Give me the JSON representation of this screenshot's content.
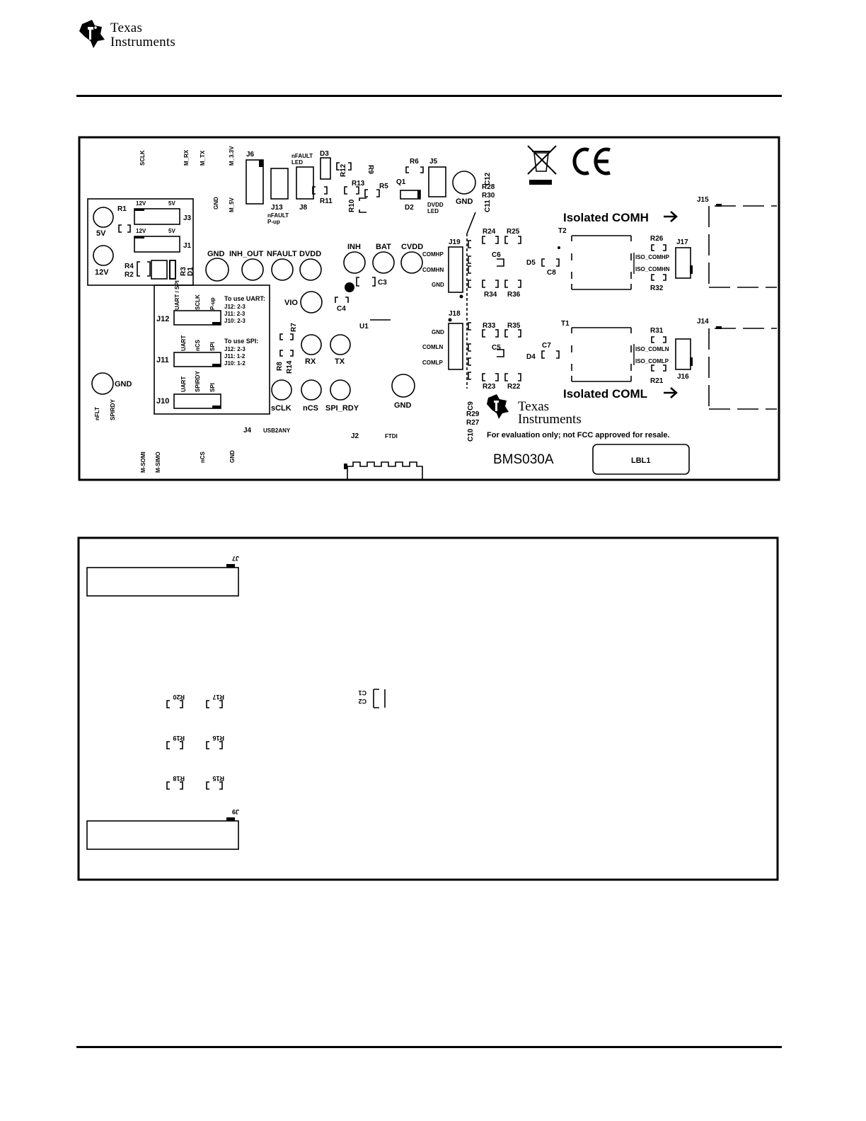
{
  "header": {
    "company_line1": "Texas",
    "company_line2": "Instruments"
  },
  "top_layer": {
    "board_id": "BMS030A",
    "label_box": "LBL1",
    "disclaimer": "For evaluation only; not FCC approved for resale.",
    "isolated_high": "Isolated COMH",
    "isolated_low": "Isolated COML",
    "logo_line1": "Texas",
    "logo_line2": "Instruments",
    "header_pins": [
      "SCLK",
      "M_RX",
      "M_TX",
      "M_3.3V",
      "GND",
      "M_5V"
    ],
    "bottom_pins": [
      "M-SOMI",
      "M-SIMO",
      "nCS",
      "GND"
    ],
    "side_pins": [
      "nFLT",
      "SPIRDY"
    ],
    "jumpers": {
      "j3": "J3",
      "j1": "J1",
      "j12": "J12",
      "j11": "J11",
      "j10": "J10",
      "j6": "J6",
      "j13": "J13",
      "j8": "J8",
      "j5": "J5",
      "j19": "J19",
      "j18": "J18",
      "j15": "J15",
      "j14": "J14",
      "j17": "J17",
      "j16": "J16",
      "j4": "J4",
      "j2": "J2"
    },
    "j4_label": "USB2ANY",
    "j2_label": "FTDI",
    "nfault_led": "nFAULT\nLED",
    "nfault_pup": "nFAULT\nP-up",
    "dvdd_led": "DVDD\nLED",
    "voltage_opts": [
      "12V",
      "5V",
      "12V",
      "5V"
    ],
    "uart_note": [
      "To use UART:",
      "J12: 2-3",
      "J11: 2-3",
      "J10: 2-3"
    ],
    "spi_note": [
      "To use SPI:",
      "J12: 2-3",
      "J11: 1-2",
      "J10: 1-2"
    ],
    "test_points": {
      "tp_5v": "5V",
      "tp_12v": "12V",
      "gnd_left": "GND",
      "gnd_a": "GND",
      "inh_out": "INH_OUT",
      "nfault": "NFAULT",
      "dvdd": "DVDD",
      "inh": "INH",
      "bat": "BAT",
      "cvdd": "CVDD",
      "vio": "VIO",
      "rx": "RX",
      "tx": "TX",
      "sclk": "sCLK",
      "ncs": "nCS",
      "spi_rdy": "SPI_RDY",
      "gnd_mid": "GND",
      "gnd_top": "GND"
    },
    "com_labels": [
      "COMHP",
      "COMHN",
      "GND",
      "GND",
      "COMLN",
      "COMLP"
    ],
    "iso_labels": [
      "ISO_COMHP",
      "ISO_COMHN",
      "ISO_COMLN",
      "ISO_COMLP"
    ],
    "refdes": [
      "R1",
      "R4",
      "R2",
      "R3",
      "D1",
      "D3",
      "R12",
      "R9",
      "R6",
      "R13",
      "R5",
      "Q1",
      "R11",
      "R10",
      "D2",
      "C12",
      "R28",
      "R30",
      "C11",
      "C3",
      "C4",
      "U1",
      "R7",
      "R8",
      "R14",
      "R24",
      "R25",
      "C6",
      "D5",
      "C8",
      "T2",
      "R26",
      "R32",
      "R34",
      "R36",
      "R33",
      "R35",
      "C5",
      "D4",
      "C7",
      "T1",
      "R31",
      "R21",
      "R23",
      "R22",
      "C9",
      "R29",
      "R27",
      "C10"
    ],
    "jumper_headers": {
      "j12": [
        "UART / SPI",
        "SCLK",
        "P-up"
      ],
      "j11": [
        "UART",
        "nCS",
        "SPI"
      ],
      "j10": [
        "UART",
        "SPIRDY",
        "SPI"
      ]
    }
  },
  "bottom_layer": {
    "j7": "J7",
    "j9": "J9",
    "caps": [
      "C1",
      "C2"
    ],
    "resistors": [
      "R20",
      "R17",
      "R19",
      "R16",
      "R18",
      "R15"
    ]
  }
}
